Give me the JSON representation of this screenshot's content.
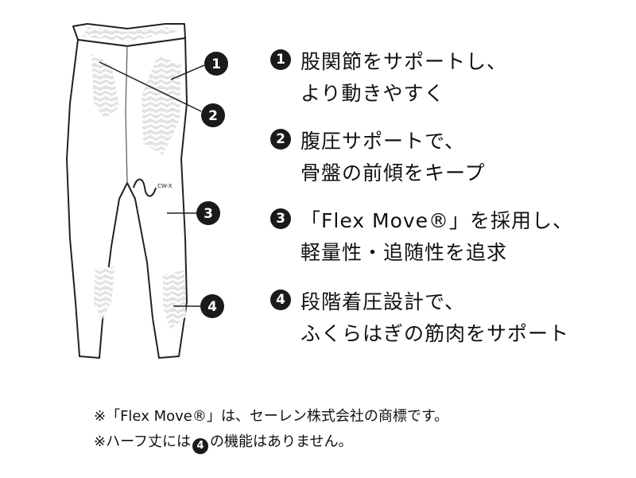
{
  "features": [
    {
      "number": "1",
      "line1": "股関節をサポートし、",
      "line2": "より動きやすく"
    },
    {
      "number": "2",
      "line1": "腹圧サポートで、",
      "line2": "骨盤の前傾をキープ"
    },
    {
      "number": "3",
      "line1": "「Flex Move®」を採用し、",
      "line2": "軽量性・追随性を追求"
    },
    {
      "number": "4",
      "line1": "段階着圧設計で、",
      "line2": "ふくらはぎの筋肉をサポート"
    }
  ],
  "diagram": {
    "callouts": [
      "1",
      "2",
      "3",
      "4"
    ],
    "brand_mark": "cw-x logo",
    "colors": {
      "outline": "#222222",
      "panel": "#d6d6d6",
      "badge": "#1a1a1a"
    }
  },
  "notes": {
    "note1": "※「Flex Move®」は、セーレン株式会社の商標です。",
    "note2_pre": "※ハーフ丈には",
    "note2_badge": "4",
    "note2_post": "の機能はありません。"
  }
}
